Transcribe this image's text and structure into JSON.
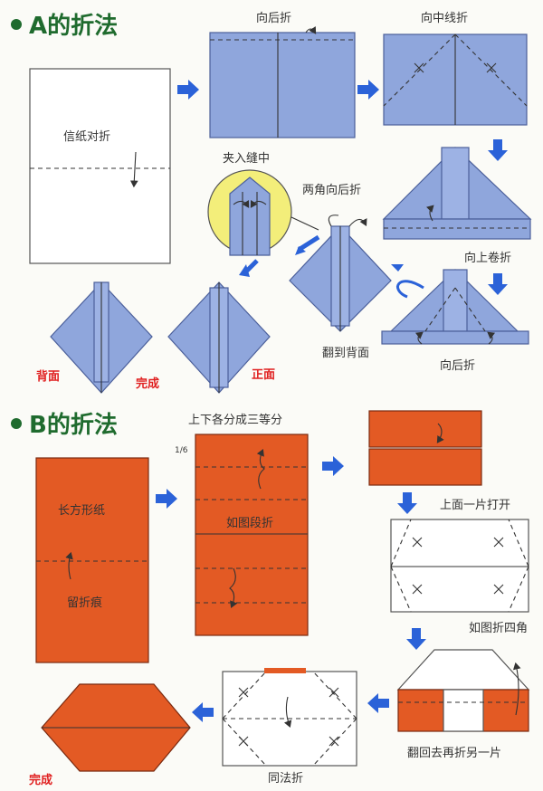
{
  "colors": {
    "heading": "#1f6b2e",
    "blue_paper": "#8fa6dc",
    "orange_paper": "#e35a24",
    "arrow": "#2b62d8",
    "accent_red": "#e02020",
    "magnifier": "#f3ee7a"
  },
  "section_a": {
    "title": "A的折法",
    "steps": {
      "letter_fold": "信纸对折",
      "fold_back": "向后折",
      "fold_to_center": "向中线折",
      "roll_up": "向上卷折",
      "fold_back2": "向后折",
      "flip_over": "翻到背面",
      "corners_back": "两角向后折",
      "tuck_in": "夹入缝中",
      "back_side": "背面",
      "done": "完成",
      "front_side": "正面"
    }
  },
  "section_b": {
    "title": "B的折法",
    "steps": {
      "rect_paper": "长方形纸",
      "keep_crease": "留折痕",
      "thirds": "上下各分成三等分",
      "step_fold": "如图段折",
      "fraction_mark": "1/6",
      "open_top": "上面一片打开",
      "fold_corners": "如图折四角",
      "flip_back_fold": "翻回去再折另一片",
      "same_fold": "同法折",
      "done": "完成"
    }
  }
}
